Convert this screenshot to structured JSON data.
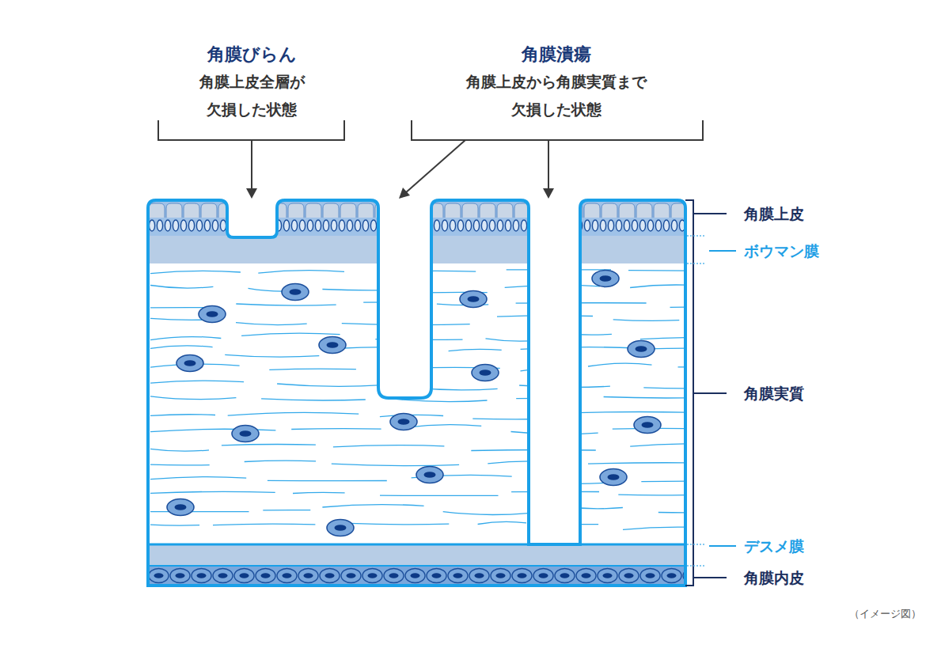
{
  "diagram": {
    "labels": [
      "角膜びらん",
      "角膜上皮全層が 欠損した状態",
      "角膜潰瘍",
      "角膜上皮から角膜実質まで 欠損した状態",
      "角膜上皮",
      "ボウマン膜",
      "角膜実質",
      "デスメ膜",
      "角膜内皮",
      "（イメージ図）"
    ]
  }
}
